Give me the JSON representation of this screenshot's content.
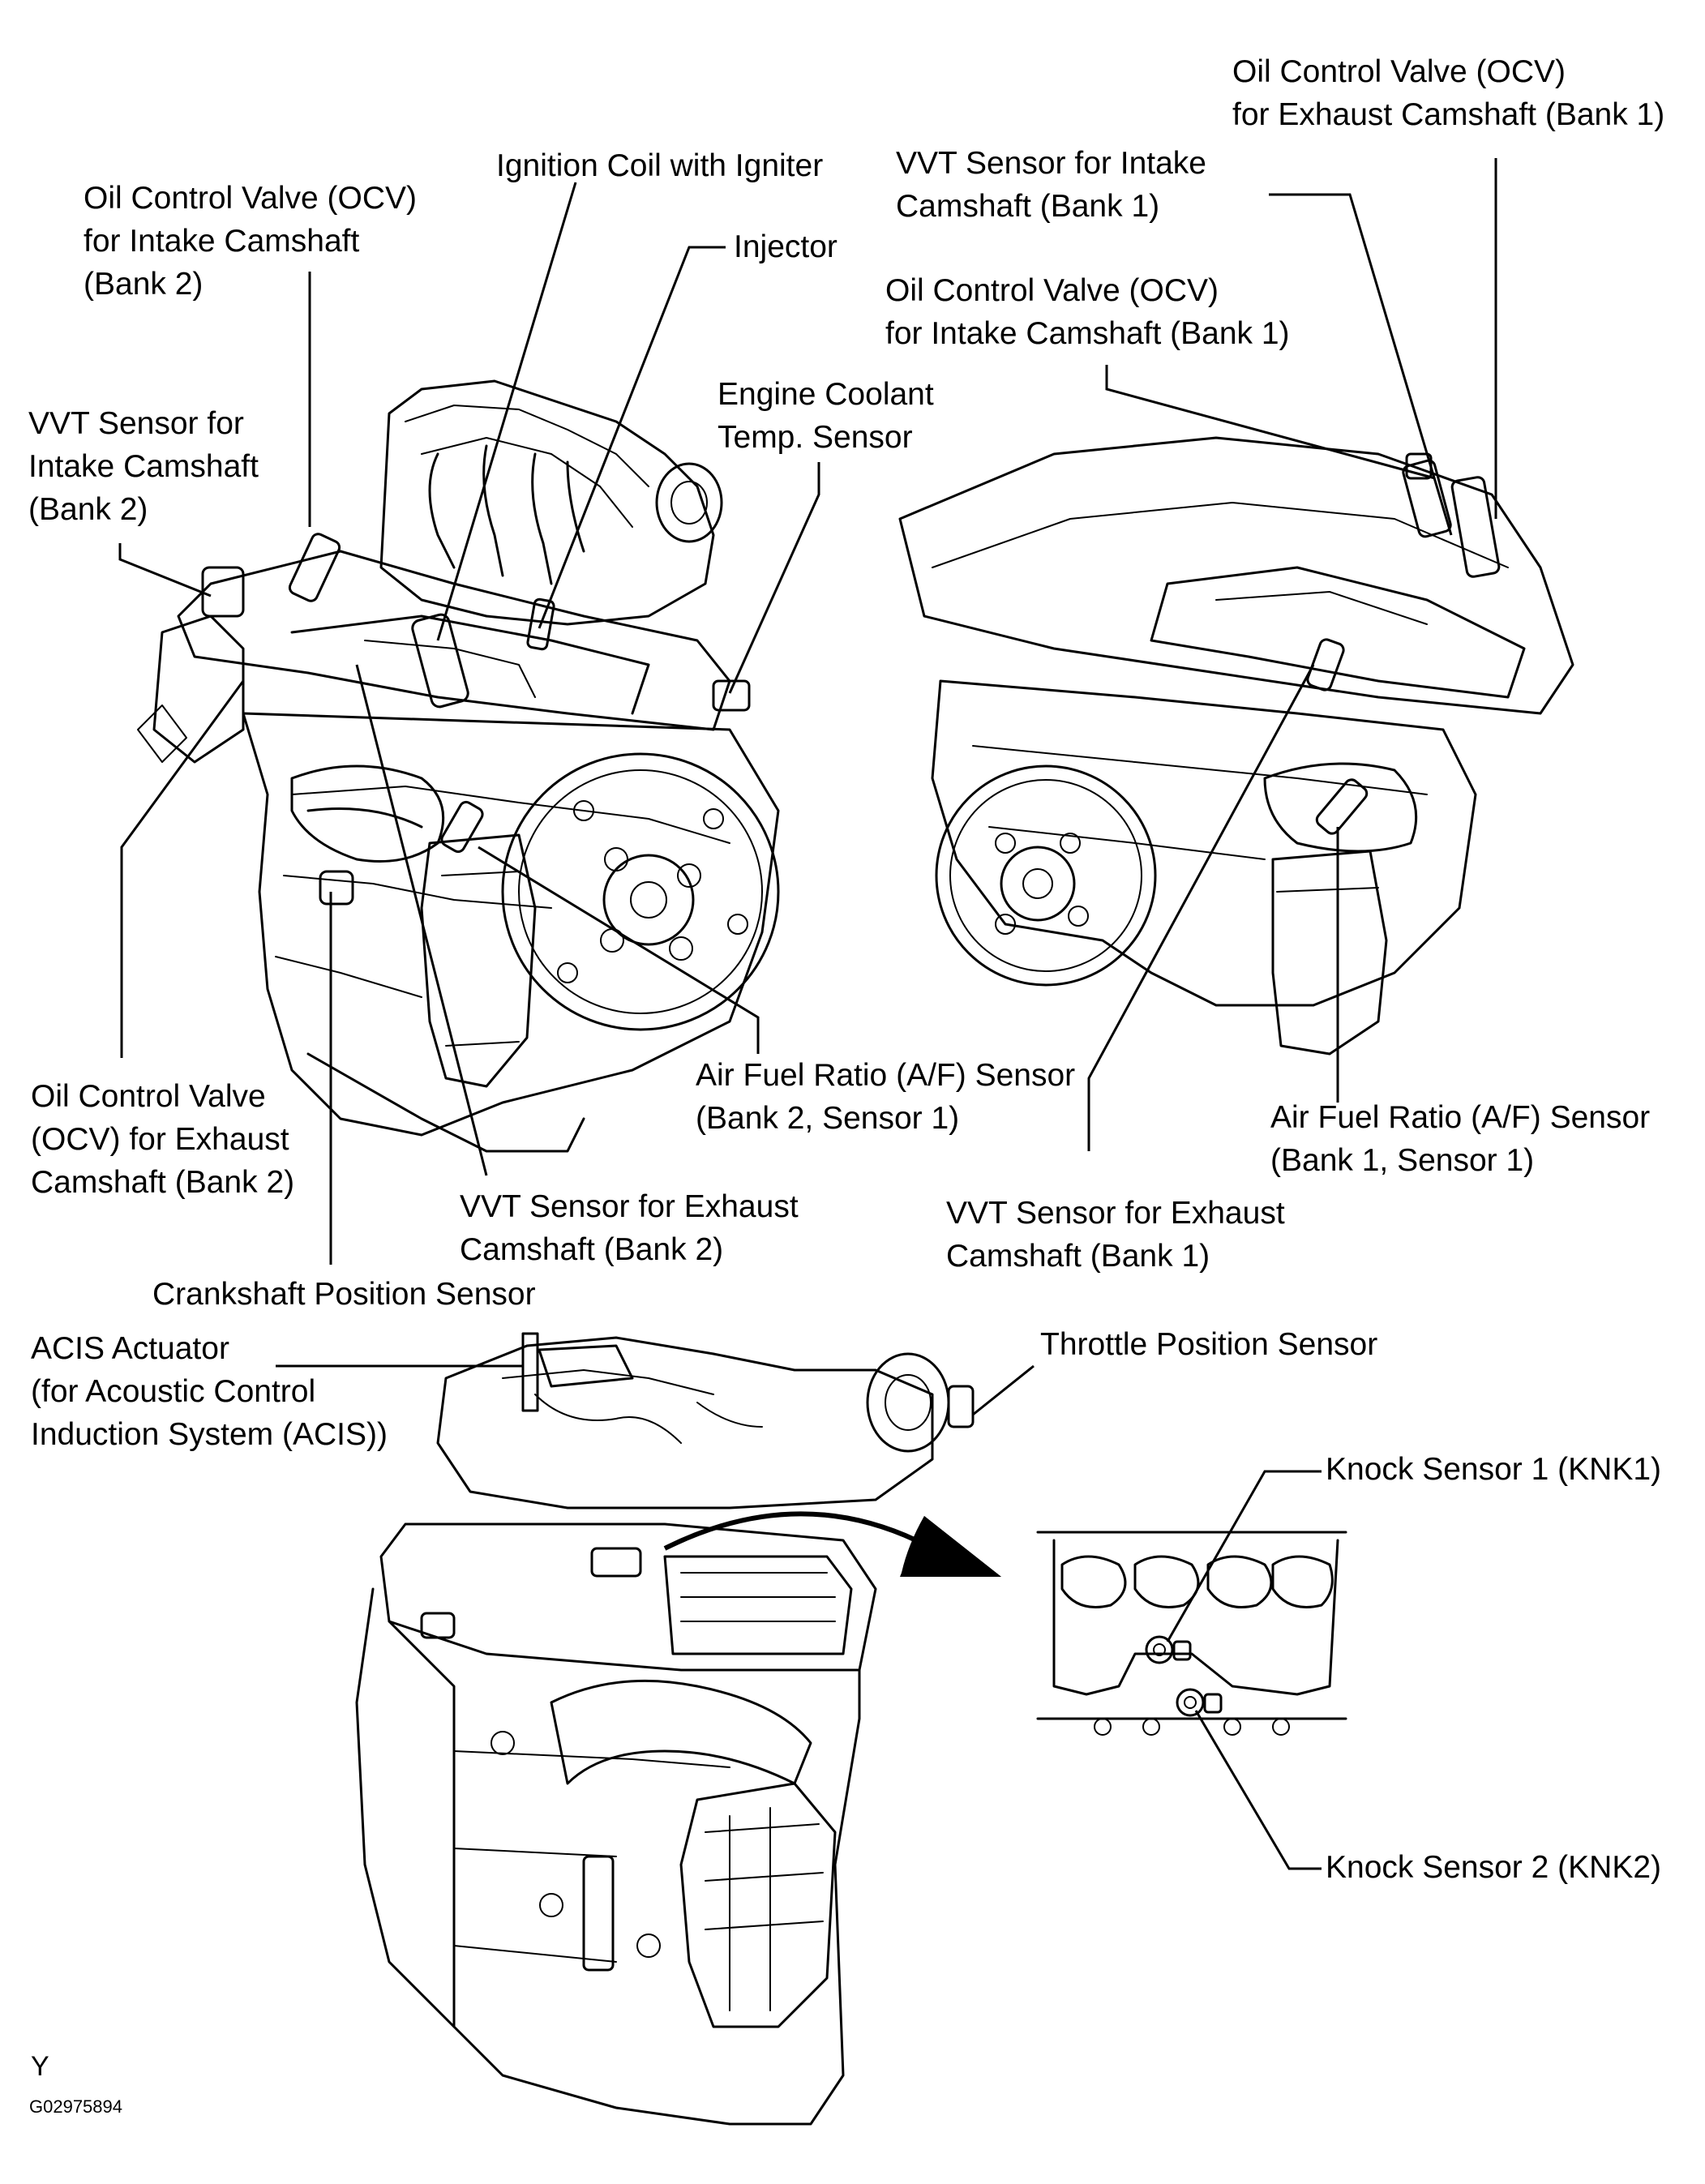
{
  "labels": {
    "ocv_ex_b1": [
      "Oil Control Valve (OCV)",
      "for Exhaust Camshaft (Bank 1)"
    ],
    "ignition": [
      "Ignition Coil with Igniter"
    ],
    "ocv_in_b2": [
      "Oil Control Valve (OCV)",
      "for Intake Camshaft",
      "(Bank 2)"
    ],
    "injector": [
      "Injector"
    ],
    "vvt_in_b1": [
      "VVT Sensor for Intake",
      "Camshaft (Bank 1)"
    ],
    "ocv_in_b1": [
      "Oil Control Valve (OCV)",
      "for Intake Camshaft (Bank 1)"
    ],
    "ect": [
      "Engine Coolant",
      "Temp. Sensor"
    ],
    "vvt_in_b2": [
      "VVT Sensor for",
      "Intake Camshaft",
      "(Bank 2)"
    ],
    "ocv_ex_b2": [
      "Oil Control Valve",
      "(OCV) for Exhaust",
      "Camshaft (Bank 2)"
    ],
    "af_b2": [
      "Air Fuel Ratio (A/F) Sensor",
      "(Bank 2, Sensor 1)"
    ],
    "af_b1": [
      "Air Fuel Ratio (A/F) Sensor",
      "(Bank 1, Sensor 1)"
    ],
    "vvt_ex_b2": [
      "VVT Sensor for Exhaust",
      "Camshaft (Bank 2)"
    ],
    "vvt_ex_b1": [
      "VVT Sensor for Exhaust",
      "Camshaft (Bank 1)"
    ],
    "ckp": [
      "Crankshaft Position Sensor"
    ],
    "acis": [
      "ACIS Actuator",
      "(for Acoustic Control",
      "Induction System (ACIS))"
    ],
    "tps": [
      "Throttle Position Sensor"
    ],
    "knk1": [
      "Knock Sensor 1 (KNK1)"
    ],
    "knk2": [
      "Knock Sensor 2 (KNK2)"
    ]
  },
  "footer": {
    "letter": "Y",
    "code": "G02975894"
  }
}
